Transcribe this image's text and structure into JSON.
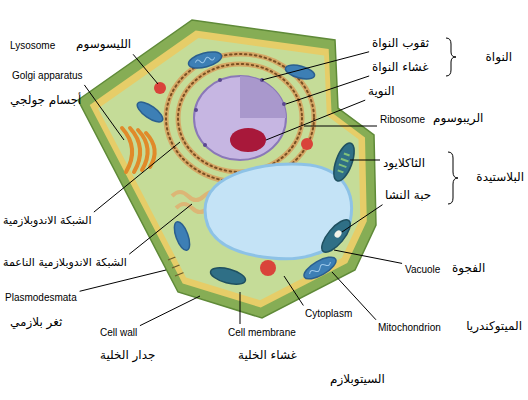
{
  "diagram": {
    "labels": [
      "Lysosome",
      "الليسوسوم",
      "ثقوب النواة",
      "النواة",
      "غشاء النواة",
      "Golgi apparatus",
      "النوية",
      "أجسام جولجي",
      "Ribosome",
      "الريبوسوم",
      "الثاكلايود",
      "البلاستيدة",
      "حبة النشا",
      "الشبكة الاندوبلازمية",
      "الشبكة الاندوبلازمية الناعمة",
      "Vacuole",
      "الفجوة",
      "Plasmodesmata",
      "ثغر بلازمي",
      "Cytoplasm",
      "Mitochondrion",
      "الميتوكندريا",
      "Cell wall",
      "Cell membrane",
      "جدار الخلية",
      "غشاء الخلية",
      "السيتوبلازم"
    ]
  }
}
